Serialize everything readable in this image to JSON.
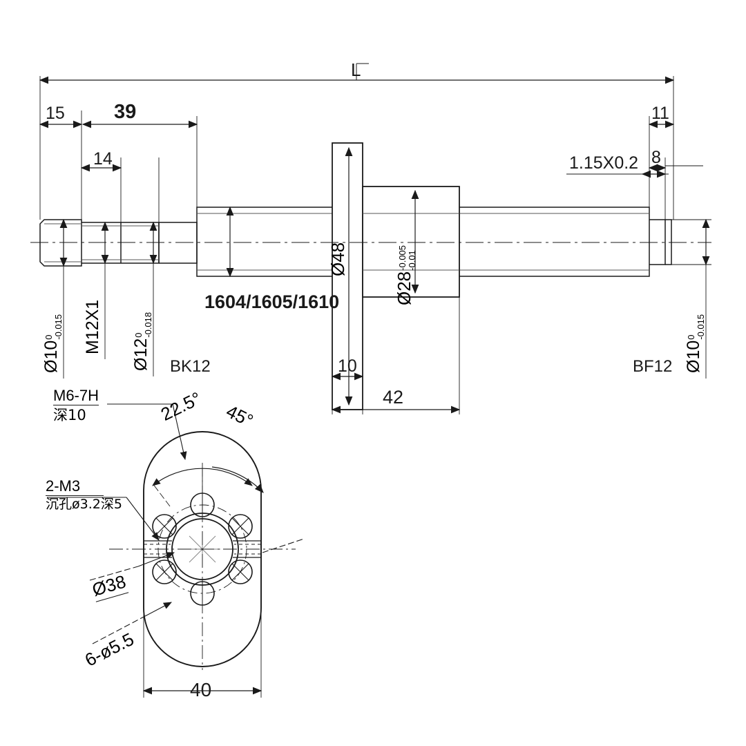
{
  "drawing": {
    "title": "Ball screw assembly with BK12 / BF12 support units",
    "units": "mm",
    "line_color": "#1a1a1a",
    "background": "#ffffff"
  },
  "main_view": {
    "overall": {
      "label": "L",
      "name": "overall-length"
    },
    "linear_dims": [
      {
        "id": "d15",
        "label": "15",
        "bold": false
      },
      {
        "id": "d39",
        "label": "39",
        "bold": true
      },
      {
        "id": "d14",
        "label": "14",
        "bold": false
      },
      {
        "id": "d11",
        "label": "11",
        "bold": false
      },
      {
        "id": "d8",
        "label": "8",
        "bold": false
      },
      {
        "id": "d10",
        "label": "10",
        "bold": false
      },
      {
        "id": "d42",
        "label": "42",
        "bold": false
      }
    ],
    "diameter_dims": [
      {
        "id": "dia10L",
        "base": "Ø10",
        "upper": "0",
        "lower": "-0.015",
        "name": "left-journal-diameter"
      },
      {
        "id": "thread",
        "base": "M12X1",
        "upper": "",
        "lower": "",
        "name": "left-thread-spec"
      },
      {
        "id": "dia12",
        "base": "Ø12",
        "upper": "0",
        "lower": "-0.018",
        "name": "left-bearing-diameter"
      },
      {
        "id": "dia48",
        "base": "Ø48",
        "upper": "",
        "lower": "",
        "name": "nut-flange-diameter"
      },
      {
        "id": "dia28",
        "base": "Ø28",
        "upper": "-0.005",
        "lower": "-0.01",
        "name": "nut-body-diameter"
      },
      {
        "id": "dia10R",
        "base": "Ø10",
        "upper": "0",
        "lower": "-0.015",
        "name": "right-journal-diameter"
      }
    ],
    "screw_spec": {
      "label": "1604/1605/1610",
      "name": "ball-screw-lead-spec"
    },
    "chamfer_note": {
      "label": "1.15X0.2",
      "name": "chamfer-note"
    },
    "support_units": [
      {
        "id": "bk",
        "label": "BK12",
        "name": "left-support-unit-bk12"
      },
      {
        "id": "bf",
        "label": "BF12",
        "name": "right-support-unit-bf12"
      }
    ]
  },
  "flange_view": {
    "name": "flange-end-view",
    "notes": [
      {
        "id": "m6",
        "line1": "M6-7H",
        "line2": "深10",
        "name": "tapped-hole-note"
      },
      {
        "id": "m3",
        "line1": "2-M3",
        "line2": "沉孔ø3.2深5",
        "name": "counterbore-note"
      }
    ],
    "callouts": [
      {
        "id": "bore",
        "label": "Ø38",
        "name": "pilot-bore-diameter"
      },
      {
        "id": "bolt",
        "label": "6-ø5.5",
        "name": "bolt-hole-pattern"
      }
    ],
    "angles": [
      {
        "id": "a225",
        "label": "22.5°",
        "name": "angle-22p5"
      },
      {
        "id": "a45",
        "label": "45°",
        "name": "angle-45"
      }
    ],
    "width_dim": {
      "label": "40",
      "name": "flange-width"
    }
  }
}
